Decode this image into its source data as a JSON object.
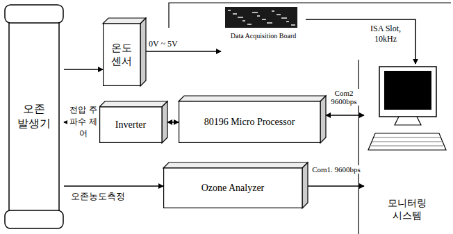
{
  "diagram": {
    "nodes": [
      {
        "text": [
          "오존 발생기"
        ]
      },
      {
        "text": [
          "온도 센서"
        ]
      },
      {
        "text": [
          "Data Acquisition Board"
        ]
      },
      {
        "text": [
          "Inverter"
        ]
      },
      {
        "text": [
          "80196 Micro Processor"
        ]
      },
      {
        "text": [
          "Ozone Analyzer"
        ]
      },
      {
        "text": [
          "모니터링 시스템"
        ]
      }
    ],
    "edges": [
      {
        "from": 0,
        "to": 1,
        "arrow": "to"
      },
      {
        "from": 1,
        "to": 2,
        "label": "0V ~ 5V",
        "arrow": "to"
      },
      {
        "from": 2,
        "to": 6,
        "label": "ISA Slot, 10kHz",
        "arrow": "to"
      },
      {
        "from": 3,
        "to": 0,
        "label": "전압 주파수 제어",
        "arrow": "to"
      },
      {
        "from": 3,
        "to": 4,
        "arrow": "both"
      },
      {
        "from": 4,
        "to": 6,
        "label": "Com2 9600bps",
        "arrow": "both"
      },
      {
        "from": 0,
        "to": 5,
        "label": "오존농도측정",
        "arrow": "to"
      },
      {
        "from": 5,
        "to": 6,
        "label": "Com1. 9600bps",
        "arrow": "to"
      }
    ]
  }
}
